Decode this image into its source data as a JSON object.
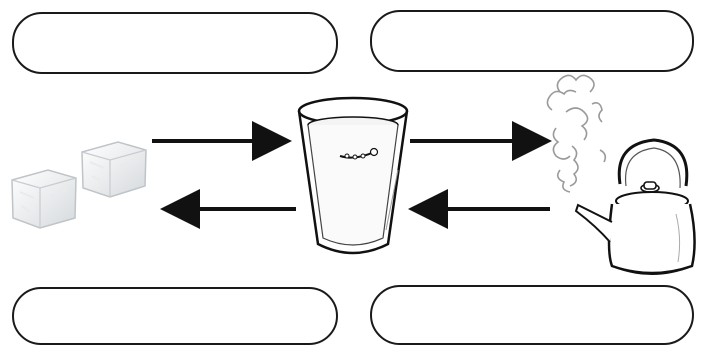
{
  "diagram": {
    "boxes": [
      {
        "id": "top-left",
        "text": ""
      },
      {
        "id": "top-right",
        "text": ""
      },
      {
        "id": "bottom-left",
        "text": ""
      },
      {
        "id": "bottom-right",
        "text": ""
      }
    ],
    "items": [
      {
        "name": "ice-cubes",
        "state": "solid"
      },
      {
        "name": "glass-of-water",
        "state": "liquid"
      },
      {
        "name": "steaming-kettle",
        "state": "gas"
      }
    ],
    "arrows": [
      {
        "from": "ice-cubes",
        "to": "glass-of-water"
      },
      {
        "from": "glass-of-water",
        "to": "steaming-kettle"
      },
      {
        "from": "steaming-kettle",
        "to": "glass-of-water"
      },
      {
        "from": "glass-of-water",
        "to": "ice-cubes"
      }
    ],
    "colors": {
      "line": "#111111",
      "ice": "#d9dde0",
      "water": "#f2f2f2"
    }
  }
}
